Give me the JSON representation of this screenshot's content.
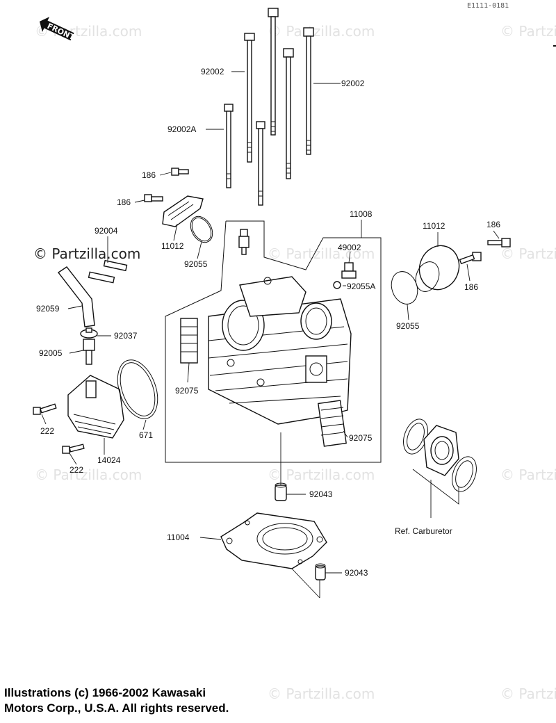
{
  "catalog_code": "E1111-0181",
  "front_label": "FRONT",
  "watermark": "© Partzilla.com",
  "ref_label": "Ref. Carburetor",
  "copyright": {
    "line1": "Illustrations (c) 1966-2002 Kawasaki",
    "line2": "Motors Corp., U.S.A.  All rights reserved."
  },
  "callouts": {
    "c92002_left": "92002",
    "c92002_right": "92002",
    "c92002A": "92002A",
    "c186_a": "186",
    "c186_b": "186",
    "c11012_left": "11012",
    "c92055_left": "92055",
    "c92004": "92004",
    "c11008": "11008",
    "c49002": "49002",
    "c92055A": "92055A",
    "c11012_right": "11012",
    "c186_c": "186",
    "c186_d": "186",
    "c92055_right": "92055",
    "c92059": "92059",
    "c92037": "92037",
    "c92005": "92005",
    "c92075_left": "92075",
    "c92075_right": "92075",
    "c222_a": "222",
    "c671": "671",
    "c222_b": "222",
    "c14024": "14024",
    "c92043_top": "92043",
    "c11004": "11004",
    "c92043_bottom": "92043"
  }
}
